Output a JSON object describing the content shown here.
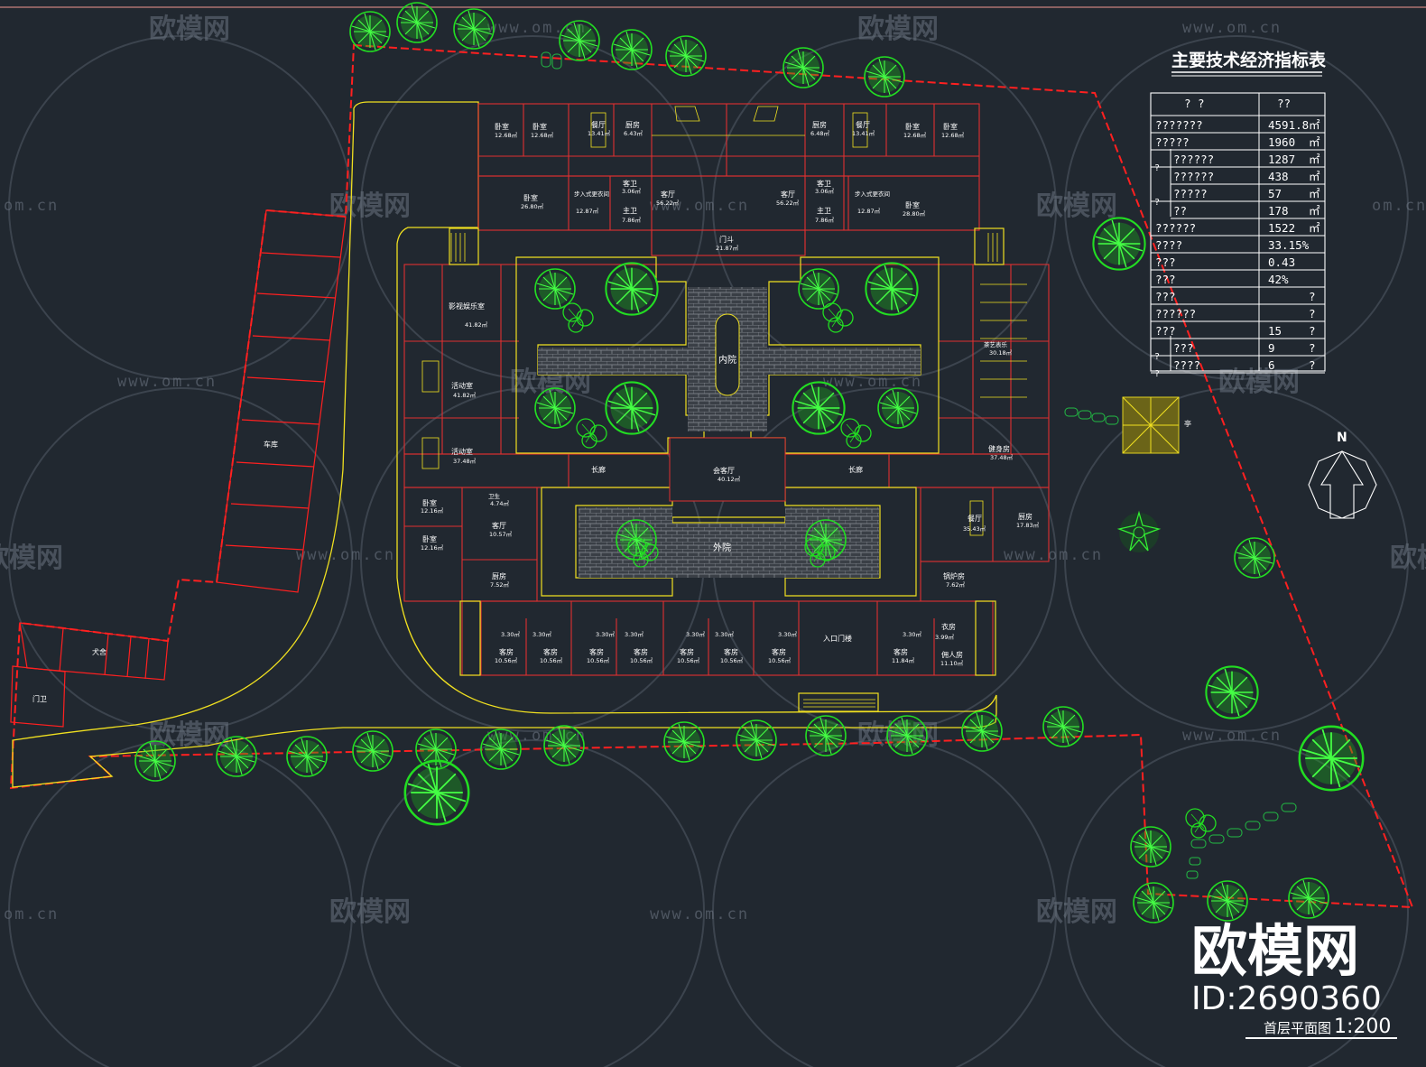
{
  "title": "主要技术经济指标表",
  "drawing_title": "首层平面图",
  "scale": "1:200",
  "brand": "欧模网",
  "brand_id": "ID:2690360",
  "watermark_text": "欧模网",
  "watermark_url": "www.om.cn",
  "watermark_partial_url": "om.cn",
  "north_label": "N",
  "colors": {
    "background": "#212830",
    "boundary": "#ff2020",
    "walls": "#e03030",
    "yellow_lines": "#f0e020",
    "trees": "#22dd22",
    "text": "#ffffff"
  },
  "table": {
    "header": [
      "?    ?",
      "??"
    ],
    "rows": [
      {
        "label": "???????",
        "value": "4591.8",
        "unit": "㎡"
      },
      {
        "label": "?????",
        "value": "1960",
        "unit": "㎡"
      },
      {
        "label": "??????",
        "value": "1287",
        "unit": "㎡",
        "group": "?"
      },
      {
        "label": "??????",
        "value": "438",
        "unit": "㎡",
        "group": ""
      },
      {
        "label": "?????",
        "value": "57",
        "unit": "㎡",
        "group": "?"
      },
      {
        "label": "??",
        "value": "178",
        "unit": "㎡",
        "group": ""
      },
      {
        "label": "??????",
        "value": "1522",
        "unit": "㎡"
      },
      {
        "label": "????",
        "value": "33.15%",
        "unit": ""
      },
      {
        "label": "???",
        "value": "0.43",
        "unit": ""
      },
      {
        "label": "???",
        "value": "42%",
        "unit": ""
      },
      {
        "label": "???",
        "value": "",
        "unit": "?"
      },
      {
        "label": "??????",
        "value": "",
        "unit": "?"
      },
      {
        "label": "???",
        "value": "15",
        "unit": "?"
      },
      {
        "label": "???",
        "value": "9",
        "unit": "?",
        "group": "?"
      },
      {
        "label": "????",
        "value": "6",
        "unit": "?",
        "group": "?"
      }
    ]
  },
  "rooms": [
    {
      "id": "r1",
      "name": "卧室",
      "area": "12.68㎡"
    },
    {
      "id": "r2",
      "name": "卧室",
      "area": "12.68㎡"
    },
    {
      "id": "r3",
      "name": "餐厅",
      "area": "13.41㎡"
    },
    {
      "id": "r4",
      "name": "厨房",
      "area": "6.43㎡"
    },
    {
      "id": "r5",
      "name": "厨房",
      "area": "6.48㎡"
    },
    {
      "id": "r6",
      "name": "餐厅",
      "area": "13.41㎡"
    },
    {
      "id": "r7",
      "name": "卧室",
      "area": "12.68㎡"
    },
    {
      "id": "r8",
      "name": "卧室",
      "area": "12.68㎡"
    },
    {
      "id": "r9",
      "name": "卧室",
      "area": "26.80㎡"
    },
    {
      "id": "r10",
      "name": "步入式更衣间",
      "area": "12.87㎡"
    },
    {
      "id": "r11",
      "name": "客卫",
      "area": "3.06㎡"
    },
    {
      "id": "r12",
      "name": "主卫",
      "area": "7.86㎡"
    },
    {
      "id": "r13",
      "name": "客厅",
      "area": "56.22㎡"
    },
    {
      "id": "r14",
      "name": "客厅",
      "area": "56.22㎡"
    },
    {
      "id": "r15",
      "name": "客卫",
      "area": "3.06㎡"
    },
    {
      "id": "r16",
      "name": "主卫",
      "area": "7.86㎡"
    },
    {
      "id": "r17",
      "name": "步入式更衣间",
      "area": "12.87㎡"
    },
    {
      "id": "r18",
      "name": "卧室",
      "area": "28.80㎡"
    },
    {
      "id": "r19",
      "name": "门斗",
      "area": "21.87㎡"
    },
    {
      "id": "r20",
      "name": "影视娱乐室",
      "area": "41.82㎡"
    },
    {
      "id": "r21",
      "name": "内院",
      "area": ""
    },
    {
      "id": "r22",
      "name": "茶艺表乐",
      "area": "30.18㎡"
    },
    {
      "id": "r23",
      "name": "活动室",
      "area": "41.82㎡"
    },
    {
      "id": "r24",
      "name": "活动室",
      "area": "37.48㎡"
    },
    {
      "id": "r25",
      "name": "健身房",
      "area": "37.48㎡"
    },
    {
      "id": "r26",
      "name": "长廊",
      "area": ""
    },
    {
      "id": "r27",
      "name": "会客厅",
      "area": "40.12㎡"
    },
    {
      "id": "r28",
      "name": "长廊",
      "area": ""
    },
    {
      "id": "r29",
      "name": "卧室",
      "area": "12.16㎡"
    },
    {
      "id": "r30",
      "name": "卫生",
      "area": "4.74㎡"
    },
    {
      "id": "r31",
      "name": "客厅",
      "area": "10.57㎡"
    },
    {
      "id": "r32",
      "name": "卧室",
      "area": "12.16㎡"
    },
    {
      "id": "r33",
      "name": "外院",
      "area": ""
    },
    {
      "id": "r34",
      "name": "餐厅",
      "area": "35.43㎡"
    },
    {
      "id": "r35",
      "name": "厨房",
      "area": "17.83㎡"
    },
    {
      "id": "r36",
      "name": "厨房",
      "area": "7.52㎡"
    },
    {
      "id": "r37",
      "name": "锅炉房",
      "area": "7.62㎡"
    },
    {
      "id": "r38",
      "name": "客房",
      "area": "10.56㎡"
    },
    {
      "id": "r39",
      "name": "客房",
      "area": "10.56㎡"
    },
    {
      "id": "r40",
      "name": "客房",
      "area": "10.56㎡"
    },
    {
      "id": "r41",
      "name": "客房",
      "area": "10.56㎡"
    },
    {
      "id": "r42",
      "name": "客房",
      "area": "10.56㎡"
    },
    {
      "id": "r43",
      "name": "客房",
      "area": "10.56㎡"
    },
    {
      "id": "r44",
      "name": "客房",
      "area": "10.56㎡"
    },
    {
      "id": "r45",
      "name": "入口门楼",
      "area": ""
    },
    {
      "id": "r46",
      "name": "客房",
      "area": "11.84㎡"
    },
    {
      "id": "r47",
      "name": "衣房",
      "area": "3.99㎡"
    },
    {
      "id": "r48",
      "name": "佣人房",
      "area": "11.10㎡"
    },
    {
      "id": "r49",
      "name": "车库",
      "area": ""
    },
    {
      "id": "r50",
      "name": "犬舍",
      "area": ""
    },
    {
      "id": "r51",
      "name": "门卫",
      "area": ""
    },
    {
      "id": "r52",
      "name": "亭",
      "area": ""
    }
  ],
  "bath_labels": [
    "3.30㎡",
    "3.30㎡",
    "3.30㎡",
    "3.30㎡",
    "3.30㎡",
    "3.30㎡",
    "3.30㎡",
    "3.30㎡"
  ]
}
